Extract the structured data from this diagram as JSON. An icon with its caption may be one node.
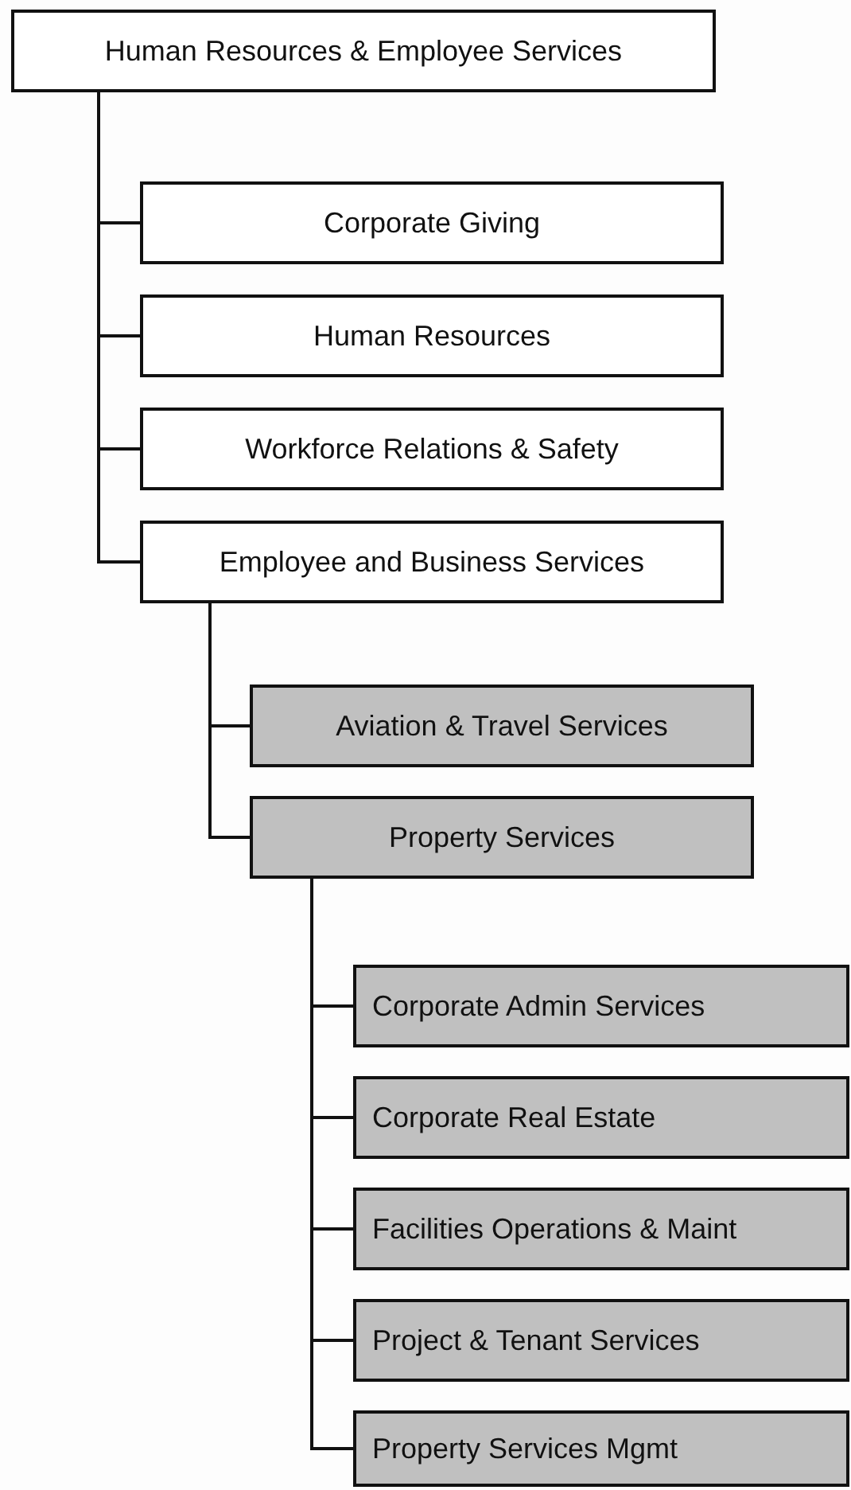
{
  "diagram": {
    "nodes": [
      {
        "text": [
          "Human Resources & Employee Services"
        ]
      },
      {
        "text": [
          "Corporate Giving"
        ]
      },
      {
        "text": [
          "Human Resources"
        ]
      },
      {
        "text": [
          "Workforce Relations & Safety"
        ]
      },
      {
        "text": [
          "Employee and Business Services"
        ]
      },
      {
        "text": [
          "Aviation & Travel Services"
        ]
      },
      {
        "text": [
          "Property Services"
        ]
      },
      {
        "text": [
          "Corporate Admin Services"
        ]
      },
      {
        "text": [
          "Corporate Real Estate"
        ]
      },
      {
        "text": [
          "Facilities Operations & Maint"
        ]
      },
      {
        "text": [
          "Project & Tenant Services"
        ]
      },
      {
        "text": [
          "Property Services Mgmt"
        ]
      }
    ],
    "edges": [
      {
        "from": 0,
        "to": 1,
        "arrow": "none"
      },
      {
        "from": 0,
        "to": 2,
        "arrow": "none"
      },
      {
        "from": 0,
        "to": 3,
        "arrow": "none"
      },
      {
        "from": 0,
        "to": 4,
        "arrow": "none"
      },
      {
        "from": 4,
        "to": 5,
        "arrow": "none"
      },
      {
        "from": 4,
        "to": 6,
        "arrow": "none"
      },
      {
        "from": 6,
        "to": 7,
        "arrow": "none"
      },
      {
        "from": 6,
        "to": 8,
        "arrow": "none"
      },
      {
        "from": 6,
        "to": 9,
        "arrow": "none"
      },
      {
        "from": 6,
        "to": 10,
        "arrow": "none"
      },
      {
        "from": 6,
        "to": 11,
        "arrow": "none"
      }
    ]
  }
}
